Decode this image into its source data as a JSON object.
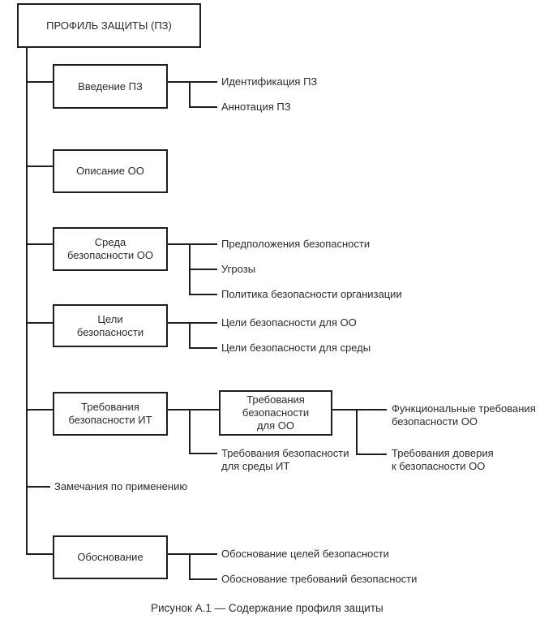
{
  "root_box": {
    "label": "ПРОФИЛЬ ЗАЩИТЫ (ПЗ)"
  },
  "sections": {
    "intro": {
      "label": "Введение ПЗ",
      "children": [
        "Идентификация ПЗ",
        "Аннотация ПЗ"
      ]
    },
    "target_description": {
      "label": "Описание ОО"
    },
    "environment": {
      "label": "Среда\nбезопасности ОО",
      "children": [
        "Предположения безопасности",
        "Угрозы",
        "Политика безопасности организации"
      ]
    },
    "objectives": {
      "label": "Цели\nбезопасности",
      "children": [
        "Цели безопасности для ОО",
        "Цели безопасности для среды"
      ]
    },
    "it_requirements": {
      "label": "Требования\nбезопасности ИТ",
      "children": [
        "Требования безопасности\nдля среды ИТ"
      ],
      "subsection": {
        "label": "Требования\nбезопасности\nдля ОО",
        "children": [
          "Функциональные требования\nбезопасности ОО",
          "Требования доверия\nк безопасности ОО"
        ]
      }
    },
    "application_notes": {
      "label": "Замечания по применению"
    },
    "rationale": {
      "label": "Обоснование",
      "children": [
        "Обоснование целей безопасности",
        "Обоснование требований безопасности"
      ]
    }
  },
  "caption": "Рисунок А.1 — Содержание профиля защиты",
  "colors": {
    "line": "#1e1e1e",
    "text": "#2b2b2b",
    "background": "#ffffff"
  }
}
